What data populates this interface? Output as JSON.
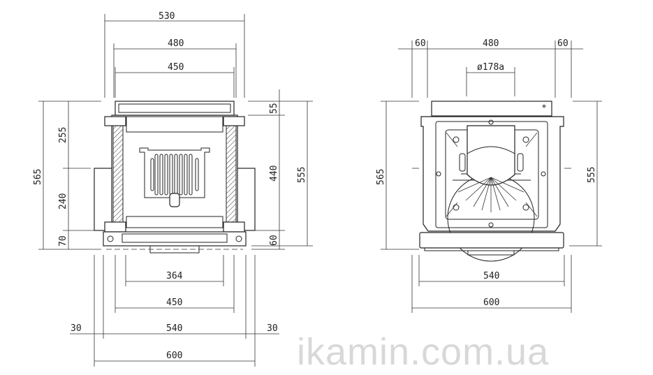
{
  "front_view": {
    "top_dims": [
      "530",
      "480",
      "450"
    ],
    "left_dims": {
      "total": "565",
      "upper": "255",
      "middle": "240",
      "lower": "70"
    },
    "right_dims": {
      "top": "55",
      "middle": "440",
      "bottom": "60",
      "total": "555"
    },
    "bottom_dims": {
      "d364": "364",
      "d450": "450",
      "d540": "540",
      "d600": "600",
      "left_offset": "30",
      "right_offset": "30"
    }
  },
  "back_view": {
    "top_dims": {
      "left": "60",
      "middle": "480",
      "right": "60",
      "flue": "ø178a"
    },
    "left_dim": "565",
    "right_dim": "555",
    "bottom_dims": {
      "d540": "540",
      "d600": "600"
    }
  },
  "watermark": "ikamin.com.ua"
}
